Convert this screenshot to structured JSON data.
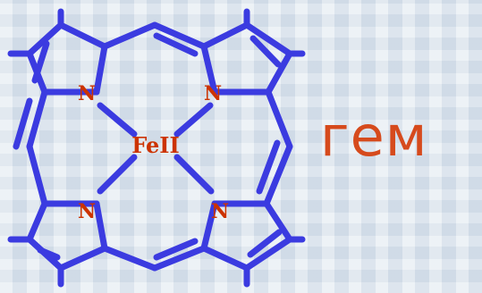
{
  "colors": {
    "bond": "#3b3be0",
    "atom_label": "#cc3300",
    "compound_name": "#d64a1c"
  },
  "molecule": {
    "nitrogen_top_left": "N",
    "nitrogen_top_right": "N",
    "nitrogen_bottom_left": "N",
    "nitrogen_bottom_right": "N",
    "center_atom": "FeII"
  },
  "compound_name": "гем"
}
